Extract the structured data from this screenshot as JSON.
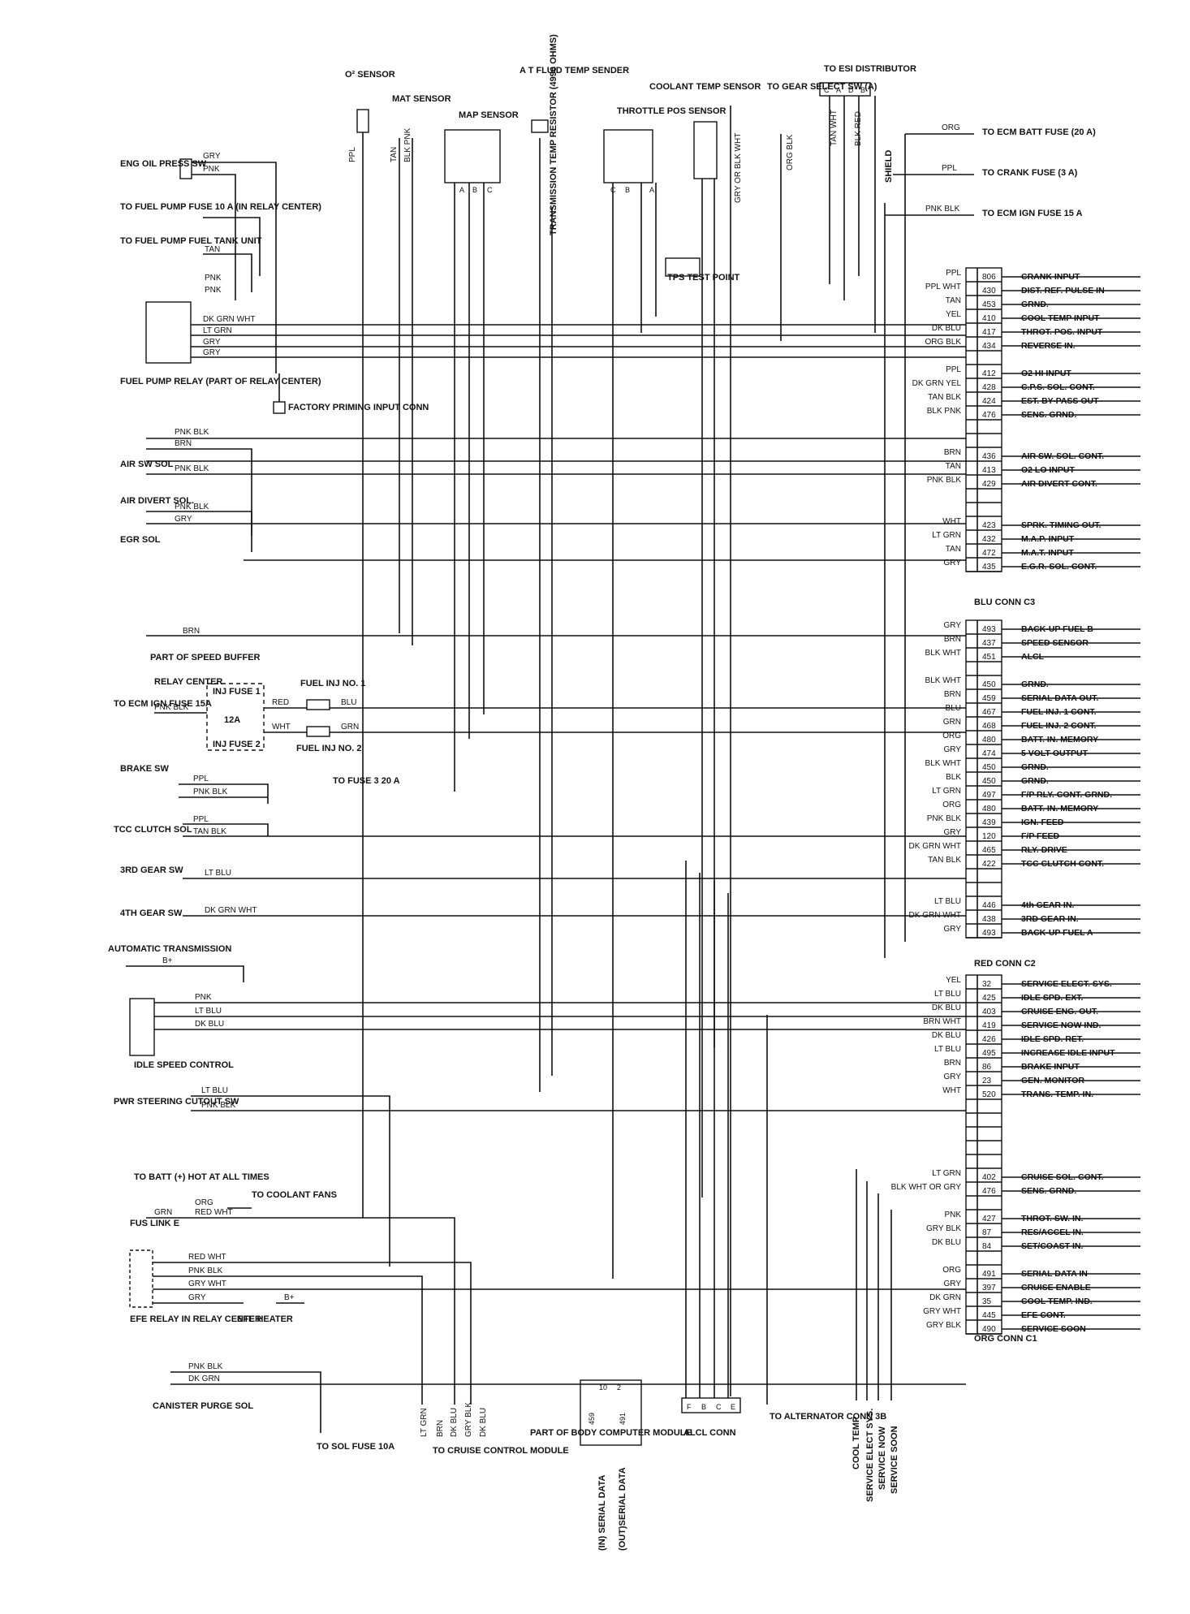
{
  "components": {
    "o2_sensor": "O² SENSOR",
    "mat_sensor": "MAT SENSOR",
    "map_sensor": "MAP SENSOR",
    "at_fluid_temp": "A T FLUID TEMP SENDER",
    "trans_resistor": "TRANSMISSION TEMP RESISTOR (4990 OHMS)",
    "throttle_pos_sensor": "THROTTLE POS SENSOR",
    "coolant_temp_sensor": "COOLANT TEMP SENSOR",
    "gear_select_sw": "TO GEAR SELECT SW (A)",
    "esi_distributor": "TO ESI DISTRIBUTOR",
    "eng_oil_press_sw": "ENG OIL PRESS SW",
    "to_fuel_pump_fuse": "TO FUEL PUMP FUSE 10 A (IN RELAY CENTER)",
    "fuel_pump_unit": "TO FUEL PUMP FUEL TANK UNIT",
    "fuel_pump_relay": "FUEL PUMP RELAY (PART OF RELAY CENTER)",
    "factory_priming": "FACTORY PRIMING INPUT CONN",
    "air_sw_sol": "AIR SW SOL",
    "air_divert_sol": "AIR DIVERT SOL.",
    "egr_sol": "EGR SOL",
    "tps_test_point": "TPS TEST POINT",
    "to_ecm_batt": "TO ECM BATT FUSE (20 A)",
    "to_crank_fuse": "TO CRANK FUSE (3 A)",
    "to_ecm_ign_fuse": "TO ECM IGN FUSE 15 A",
    "shield": "SHIELD",
    "part_of_speed_buffer": "PART OF SPEED BUFFER",
    "relay_center": "RELAY CENTER",
    "inj_fuse_1": "INJ FUSE 1",
    "inj_fuse_2": "INJ FUSE 2",
    "fuse_amp": "12A",
    "to_ecm_ign_fuse_15": "TO ECM IGN FUSE 15A",
    "fuel_inj_1": "FUEL INJ NO. 1",
    "fuel_inj_2": "FUEL INJ NO. 2",
    "to_fuse_3": "TO FUSE 3 20 A",
    "brake_sw": "BRAKE SW",
    "tcc_clutch_sol": "TCC CLUTCH SOL",
    "third_gear_sw": "3RD GEAR SW",
    "fourth_gear_sw": "4TH GEAR SW",
    "auto_trans": "AUTOMATIC TRANSMISSION",
    "idle_speed_control": "IDLE SPEED CONTROL",
    "pwr_steering": "PWR STEERING CUTOUT SW",
    "to_batt": "TO BATT (+) HOT AT ALL TIMES",
    "to_coolant_fans": "TO COOLANT FANS",
    "fus_link": "FUS LINK E",
    "efe_relay": "EFE RELAY IN RELAY CENTER",
    "efe_heater": "EFE HEATER",
    "canister_purge": "CANISTER PURGE SOL",
    "to_sol_fuse": "TO SOL FUSE 10A",
    "to_cruise_module": "TO CRUISE CONTROL MODULE",
    "body_computer": "PART OF BODY COMPUTER MODULE",
    "alcl_conn": "ALCL CONN",
    "to_alternator": "TO ALTERNATOR CONN 3B",
    "blu_conn": "BLU CONN C3",
    "red_conn": "RED CONN C2",
    "org_conn": "ORG CONN C1"
  },
  "conn_c3": [
    {
      "wire": "PPL",
      "num": "806",
      "func": "CRANK INPUT"
    },
    {
      "wire": "PPL WHT",
      "num": "430",
      "func": "DIST. REF. PULSE IN"
    },
    {
      "wire": "TAN",
      "num": "453",
      "func": "GRND."
    },
    {
      "wire": "YEL",
      "num": "410",
      "func": "COOL TEMP INPUT"
    },
    {
      "wire": "DK BLU",
      "num": "417",
      "func": "THROT. POS. INPUT"
    },
    {
      "wire": "ORG BLK",
      "num": "434",
      "func": "REVERSE IN."
    },
    {
      "wire": "",
      "num": "",
      "func": ""
    },
    {
      "wire": "PPL",
      "num": "412",
      "func": "O2 HI INPUT"
    },
    {
      "wire": "DK GRN YEL",
      "num": "428",
      "func": "C.P.S. SOL. CONT."
    },
    {
      "wire": "TAN BLK",
      "num": "424",
      "func": "EST. BY-PASS OUT"
    },
    {
      "wire": "BLK PNK",
      "num": "476",
      "func": "SENS. GRND."
    },
    {
      "wire": "",
      "num": "",
      "func": ""
    },
    {
      "wire": "",
      "num": "",
      "func": ""
    },
    {
      "wire": "BRN",
      "num": "436",
      "func": "AIR SW. SOL. CONT."
    },
    {
      "wire": "TAN",
      "num": "413",
      "func": "O2 LO INPUT"
    },
    {
      "wire": "PNK BLK",
      "num": "429",
      "func": "AIR DIVERT CONT."
    },
    {
      "wire": "",
      "num": "",
      "func": ""
    },
    {
      "wire": "",
      "num": "",
      "func": ""
    },
    {
      "wire": "WHT",
      "num": "423",
      "func": "SPRK. TIMING OUT."
    },
    {
      "wire": "LT GRN",
      "num": "432",
      "func": "M.A.P. INPUT"
    },
    {
      "wire": "TAN",
      "num": "472",
      "func": "M.A.T. INPUT"
    },
    {
      "wire": "GRY",
      "num": "435",
      "func": "E.G.R. SOL. CONT."
    }
  ],
  "conn_c2": [
    {
      "wire": "GRY",
      "num": "493",
      "func": "BACK-UP FUEL B"
    },
    {
      "wire": "BRN",
      "num": "437",
      "func": "SPEED SENSOR"
    },
    {
      "wire": "BLK WHT",
      "num": "451",
      "func": "ALCL"
    },
    {
      "wire": "",
      "num": "",
      "func": ""
    },
    {
      "wire": "BLK WHT",
      "num": "450",
      "func": "GRND."
    },
    {
      "wire": "BRN",
      "num": "459",
      "func": "SERIAL DATA OUT."
    },
    {
      "wire": "BLU",
      "num": "467",
      "func": "FUEL INJ. 1 CONT."
    },
    {
      "wire": "GRN",
      "num": "468",
      "func": "FUEL INJ. 2 CONT."
    },
    {
      "wire": "ORG",
      "num": "480",
      "func": "BATT. IN. MEMORY"
    },
    {
      "wire": "GRY",
      "num": "474",
      "func": "5 VOLT OUTPUT"
    },
    {
      "wire": "BLK WHT",
      "num": "450",
      "func": "GRND."
    },
    {
      "wire": "BLK",
      "num": "450",
      "func": "GRND."
    },
    {
      "wire": "LT GRN",
      "num": "497",
      "func": "F/P RLY. CONT. GRND."
    },
    {
      "wire": "ORG",
      "num": "480",
      "func": "BATT. IN. MEMORY"
    },
    {
      "wire": "PNK BLK",
      "num": "439",
      "func": "IGN. FEED"
    },
    {
      "wire": "GRY",
      "num": "120",
      "func": "F/P FEED"
    },
    {
      "wire": "DK GRN WHT",
      "num": "465",
      "func": "RLY. DRIVE"
    },
    {
      "wire": "TAN BLK",
      "num": "422",
      "func": "TCC CLUTCH CONT."
    },
    {
      "wire": "",
      "num": "",
      "func": ""
    },
    {
      "wire": "",
      "num": "",
      "func": ""
    },
    {
      "wire": "LT BLU",
      "num": "446",
      "func": "4th GEAR IN."
    },
    {
      "wire": "DK GRN WHT",
      "num": "438",
      "func": "3RD GEAR IN."
    },
    {
      "wire": "GRY",
      "num": "493",
      "func": "BACK-UP FUEL A"
    }
  ],
  "conn_c1": [
    {
      "wire": "YEL",
      "num": "32",
      "func": "SERVICE ELECT. SYS."
    },
    {
      "wire": "LT BLU",
      "num": "425",
      "func": "IDLE SPD. EXT."
    },
    {
      "wire": "DK BLU",
      "num": "403",
      "func": "CRUISE ENG. OUT."
    },
    {
      "wire": "BRN WHT",
      "num": "419",
      "func": "SERVICE NOW IND."
    },
    {
      "wire": "DK BLU",
      "num": "426",
      "func": "IDLE SPD. RET."
    },
    {
      "wire": "LT BLU",
      "num": "495",
      "func": "INCREASE IDLE INPUT"
    },
    {
      "wire": "BRN",
      "num": "86",
      "func": "BRAKE INPUT"
    },
    {
      "wire": "GRY",
      "num": "23",
      "func": "GEN. MONITOR"
    },
    {
      "wire": "WHT",
      "num": "520",
      "func": "TRANS. TEMP. IN."
    },
    {
      "wire": "",
      "num": "",
      "func": ""
    },
    {
      "wire": "",
      "num": "",
      "func": ""
    },
    {
      "wire": "",
      "num": "",
      "func": ""
    },
    {
      "wire": "",
      "num": "",
      "func": ""
    },
    {
      "wire": "",
      "num": "",
      "func": ""
    },
    {
      "wire": "LT GRN",
      "num": "402",
      "func": "CRUISE SOL. CONT."
    },
    {
      "wire": "BLK WHT OR GRY",
      "num": "476",
      "func": "SENS. GRND."
    },
    {
      "wire": "",
      "num": "",
      "func": ""
    },
    {
      "wire": "PNK",
      "num": "427",
      "func": "THROT. SW. IN."
    },
    {
      "wire": "GRY BLK",
      "num": "87",
      "func": "RES/ACCEL IN."
    },
    {
      "wire": "DK BLU",
      "num": "84",
      "func": "SET/COAST IN."
    },
    {
      "wire": "",
      "num": "",
      "func": ""
    },
    {
      "wire": "ORG",
      "num": "491",
      "func": "SERIAL DATA IN"
    },
    {
      "wire": "GRY",
      "num": "397",
      "func": "CRUISE ENABLE"
    },
    {
      "wire": "DK GRN",
      "num": "35",
      "func": "COOL TEMP. IND."
    },
    {
      "wire": "GRY WHT",
      "num": "445",
      "func": "EFE CONT."
    },
    {
      "wire": "GRY BLK",
      "num": "490",
      "func": "SERVICE SOON"
    }
  ],
  "wire_labels": {
    "gry": "GRY",
    "pnk": "PNK",
    "tan": "TAN",
    "dk_grn_wht": "DK GRN WHT",
    "lt_grn": "LT GRN",
    "pnk_blk": "PNK BLK",
    "brn": "BRN",
    "red": "RED",
    "blu": "BLU",
    "grn": "GRN",
    "ppl": "PPL",
    "lt_blu": "LT BLU",
    "dk_blu": "DK BLU",
    "org": "ORG",
    "red_wht": "RED WHT",
    "gry_blk": "GRY BLK",
    "gry_wht": "GRY WHT",
    "blk_pnk": "BLK PNK",
    "blk_wht": "BLK WHT",
    "wht": "WHT",
    "yel": "YEL",
    "tan_wht": "TAN WHT",
    "blk_red": "BLK RED",
    "org_blk": "ORG BLK",
    "gry_or_blk_wht": "GRY OR BLK WHT",
    "brn_wht": "BRN WHT",
    "tan_blk": "TAN BLK",
    "dk_grn": "DK GRN",
    "b_plus": "B+"
  },
  "terminals": {
    "A": "A",
    "B": "B",
    "C": "C",
    "D": "D",
    "E": "E",
    "F": "F"
  },
  "bottom_labels": {
    "serial_in": "(IN) SERIAL DATA",
    "serial_out": "(OUT)SERIAL DATA",
    "cool_temp": "COOL TEMP",
    "service_elect": "SERVICE ELECT SYS.",
    "service_now": "SERVICE NOW",
    "service_soon": "SERVICE SOON",
    "pin_10": "10",
    "pin_2": "2",
    "pin_459": "459",
    "pin_491": "491"
  }
}
